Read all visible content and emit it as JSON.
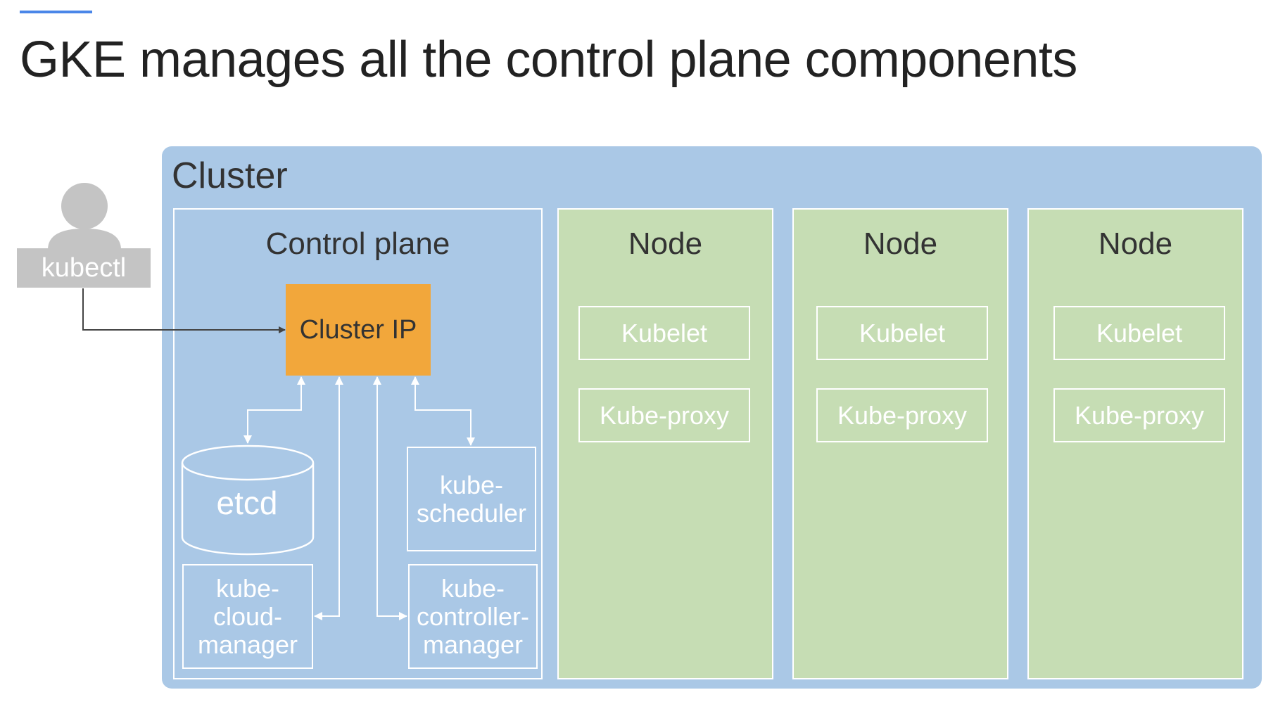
{
  "title": "GKE manages all the control plane components",
  "cluster": {
    "label": "Cluster"
  },
  "control_plane": {
    "label": "Control plane",
    "cluster_ip": "Cluster IP",
    "etcd": "etcd",
    "kube_scheduler": "kube-\nscheduler",
    "kube_cloud_manager": "kube-\ncloud-\nmanager",
    "kube_controller_manager": "kube-\ncontroller-\nmanager"
  },
  "user": {
    "label": "kubectl"
  },
  "nodes": [
    {
      "label": "Node",
      "kubelet": "Kubelet",
      "kube_proxy": "Kube-proxy"
    },
    {
      "label": "Node",
      "kubelet": "Kubelet",
      "kube_proxy": "Kube-proxy"
    },
    {
      "label": "Node",
      "kubelet": "Kubelet",
      "kube_proxy": "Kube-proxy"
    }
  ],
  "colors": {
    "cluster_bg": "#aac8e6",
    "node_bg": "#c6ddb4",
    "cluster_ip_bg": "#f2a73b",
    "user_gray": "#c4c4c4",
    "accent": "#4a86e8"
  }
}
